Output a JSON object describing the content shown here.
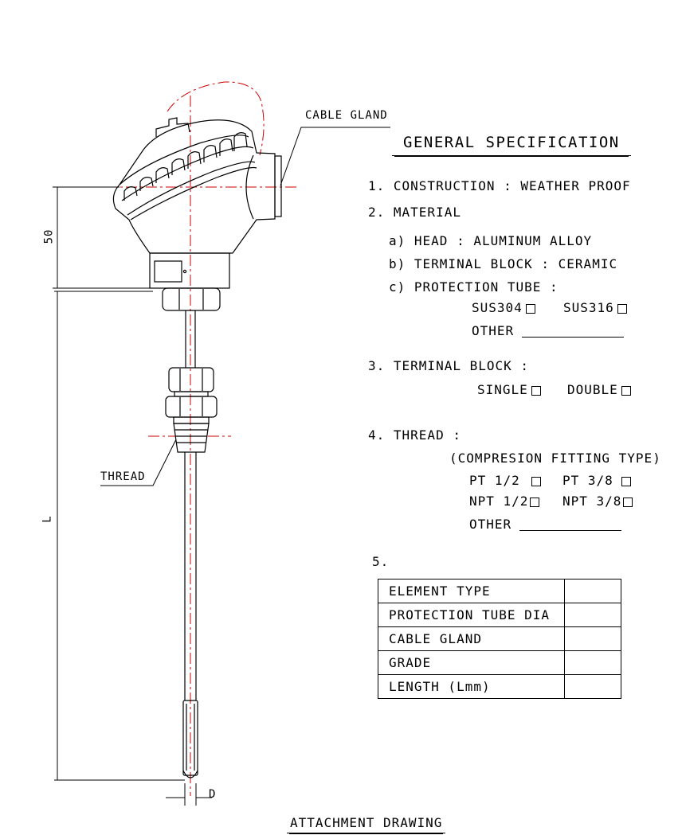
{
  "callouts": {
    "cable_gland": "CABLE GLAND",
    "thread": "THREAD",
    "dim_50": "50",
    "dim_l": "L",
    "dim_d": "D"
  },
  "heading": "GENERAL SPECIFICATION",
  "spec": {
    "construction": "1.  CONSTRUCTION  :  WEATHER  PROOF",
    "material": "2.  MATERIAL",
    "head": "a)  HEAD  :  ALUMINUM  ALLOY",
    "terminal_block_mat": "b)  TERMINAL  BLOCK  :  CERAMIC",
    "protection_tube": "c)  PROTECTION  TUBE  :",
    "sus304": "SUS304",
    "sus316": "SUS316",
    "other_1": "OTHER",
    "terminal_block": "3.  TERMINAL  BLOCK  :",
    "single": "SINGLE",
    "double": "DOUBLE",
    "thread": "4.  THREAD  :",
    "fitting_type": "(COMPRESION  FITTING  TYPE)",
    "pt_1_2": "PT  1/2",
    "pt_3_8": "PT  3/8",
    "npt_1_2": "NPT  1/2",
    "npt_3_8": "NPT  3/8",
    "other_2": "OTHER",
    "item_5": "5."
  },
  "table": {
    "rows": [
      {
        "label": "ELEMENT  TYPE",
        "value": ""
      },
      {
        "label": "PROTECTION  TUBE  DIA",
        "value": ""
      },
      {
        "label": "CABLE  GLAND",
        "value": ""
      },
      {
        "label": "GRADE",
        "value": ""
      },
      {
        "label": "LENGTH  (Lmm)",
        "value": ""
      }
    ]
  },
  "footer": "ATTACHMENT  DRAWING",
  "colors": {
    "line": "#000000",
    "centerline": "#cc0000"
  }
}
